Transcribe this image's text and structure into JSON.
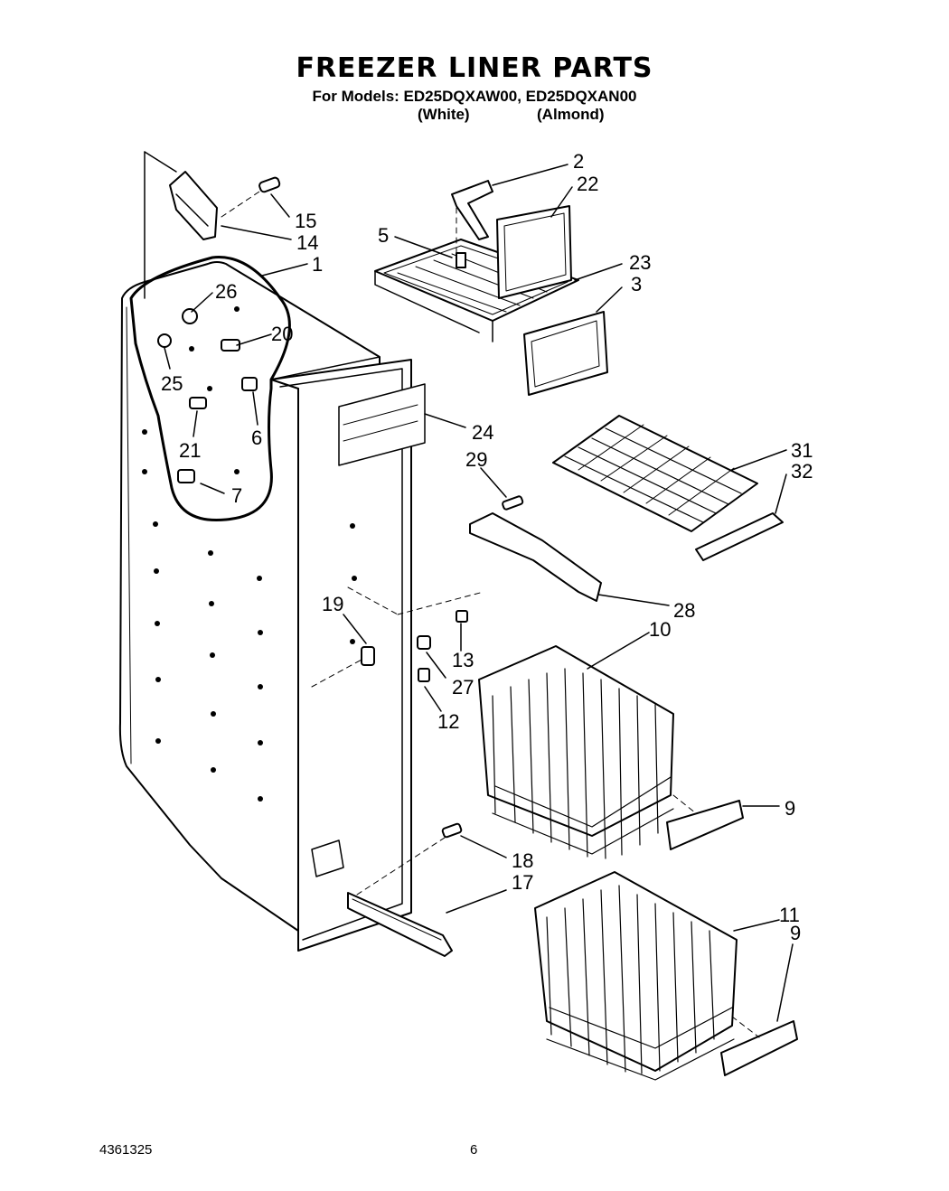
{
  "header": {
    "title": "FREEZER LINER PARTS",
    "models_line": "For Models: ED25DQXAW00, ED25DQXAN00",
    "variant_white": "(White)",
    "variant_almond": "(Almond)"
  },
  "footer": {
    "doc_number": "4361325",
    "page_number": "6"
  },
  "callouts": [
    "1",
    "2",
    "3",
    "5",
    "6",
    "7",
    "9",
    "9",
    "10",
    "11",
    "12",
    "13",
    "14",
    "15",
    "17",
    "18",
    "19",
    "20",
    "21",
    "22",
    "23",
    "24",
    "25",
    "26",
    "27",
    "28",
    "29",
    "31",
    "32"
  ]
}
